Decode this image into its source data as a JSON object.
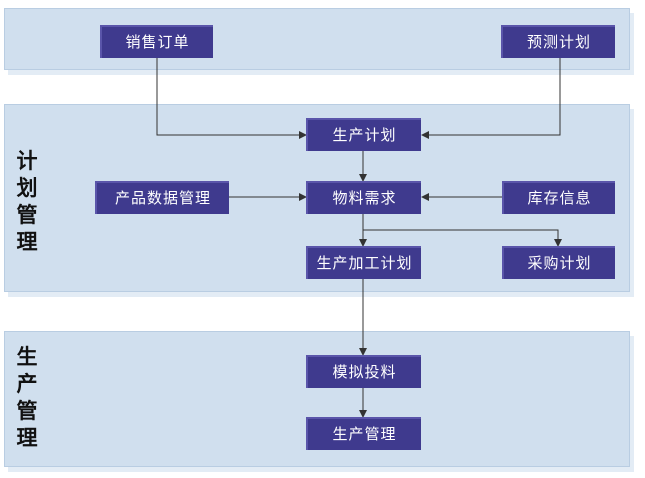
{
  "sections": {
    "plan_label": "计划管理",
    "prod_label": "生产管理"
  },
  "nodes": {
    "sales_order": "销售订单",
    "forecast_plan": "预测计划",
    "production_plan": "生产计划",
    "product_data_mgmt": "产品数据管理",
    "material_requirement": "物料需求",
    "inventory_info": "库存信息",
    "production_processing_plan": "生产加工计划",
    "purchase_plan": "采购计划",
    "simulated_feeding": "模拟投料",
    "production_mgmt": "生产管理"
  },
  "colors": {
    "band_fill": "#d0dfee",
    "box_fill": "#3f3a8e",
    "box_text": "#ffffff",
    "arrow": "#333333"
  }
}
